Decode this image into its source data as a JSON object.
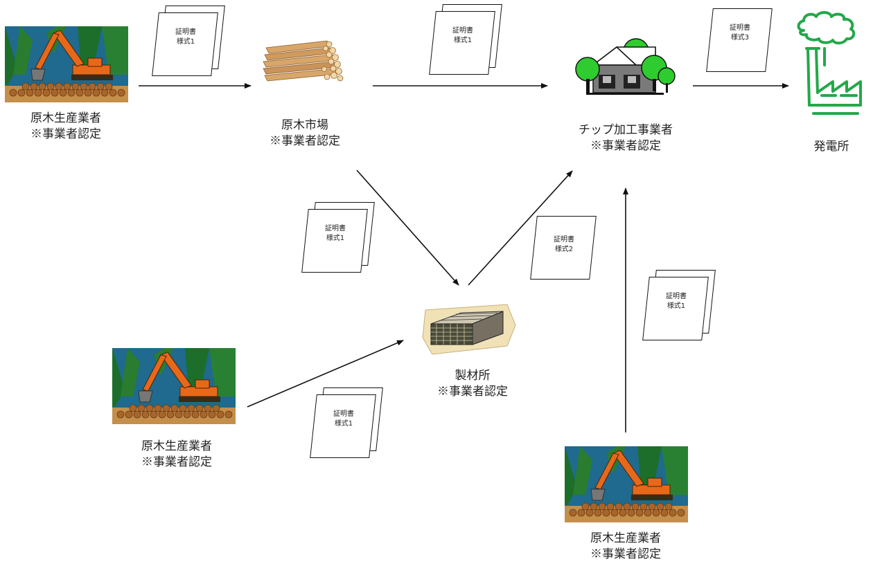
{
  "nodes": {
    "producer_top_left": {
      "line1": "原木生産業者",
      "line2": "※事業者認定",
      "icon": "excavator-logging-icon"
    },
    "log_market": {
      "line1": "原木市場",
      "line2": "※事業者認定",
      "icon": "log-pile-icon"
    },
    "chip_processor": {
      "line1": "チップ加工事業者",
      "line2": "※事業者認定",
      "icon": "chip-plant-icon"
    },
    "power_plant": {
      "line1": "発電所",
      "icon": "power-plant-icon"
    },
    "sawmill": {
      "line1": "製材所",
      "line2": "※事業者認定",
      "icon": "lumber-stack-icon"
    },
    "producer_bottom_left": {
      "line1": "原木生産業者",
      "line2": "※事業者認定",
      "icon": "excavator-logging-icon"
    },
    "producer_bottom_right": {
      "line1": "原木生産業者",
      "line2": "※事業者認定",
      "icon": "excavator-logging-icon"
    }
  },
  "certificates": {
    "c1": {
      "title": "証明書",
      "form": "様式1"
    },
    "c2": {
      "title": "証明書",
      "form": "様式1"
    },
    "c3": {
      "title": "証明書",
      "form": "様式3"
    },
    "c4": {
      "title": "証明書",
      "form": "様式1"
    },
    "c5": {
      "title": "証明書",
      "form": "様式2"
    },
    "c6": {
      "title": "証明書",
      "form": "様式1"
    },
    "c7": {
      "title": "証明書",
      "form": "様式1"
    }
  },
  "edges": [
    {
      "from": "原木生産業者",
      "to": "原木市場",
      "certificate": "様式1"
    },
    {
      "from": "原木市場",
      "to": "チップ加工事業者",
      "certificate": "様式1"
    },
    {
      "from": "チップ加工事業者",
      "to": "発電所",
      "certificate": "様式3"
    },
    {
      "from": "原木市場",
      "to": "製材所",
      "certificate": "様式1"
    },
    {
      "from": "製材所",
      "to": "チップ加工事業者",
      "certificate": "様式2"
    },
    {
      "from": "原木生産業者",
      "to": "製材所",
      "certificate": "様式1"
    },
    {
      "from": "原木生産業者",
      "to": "チップ加工事業者",
      "certificate": "様式1"
    }
  ],
  "colors": {
    "power_plant_green": "#22a84a",
    "tree_green": "#2ecc2e",
    "excavator_orange": "#e8681a",
    "forest_blue": "#1f5f8a"
  }
}
